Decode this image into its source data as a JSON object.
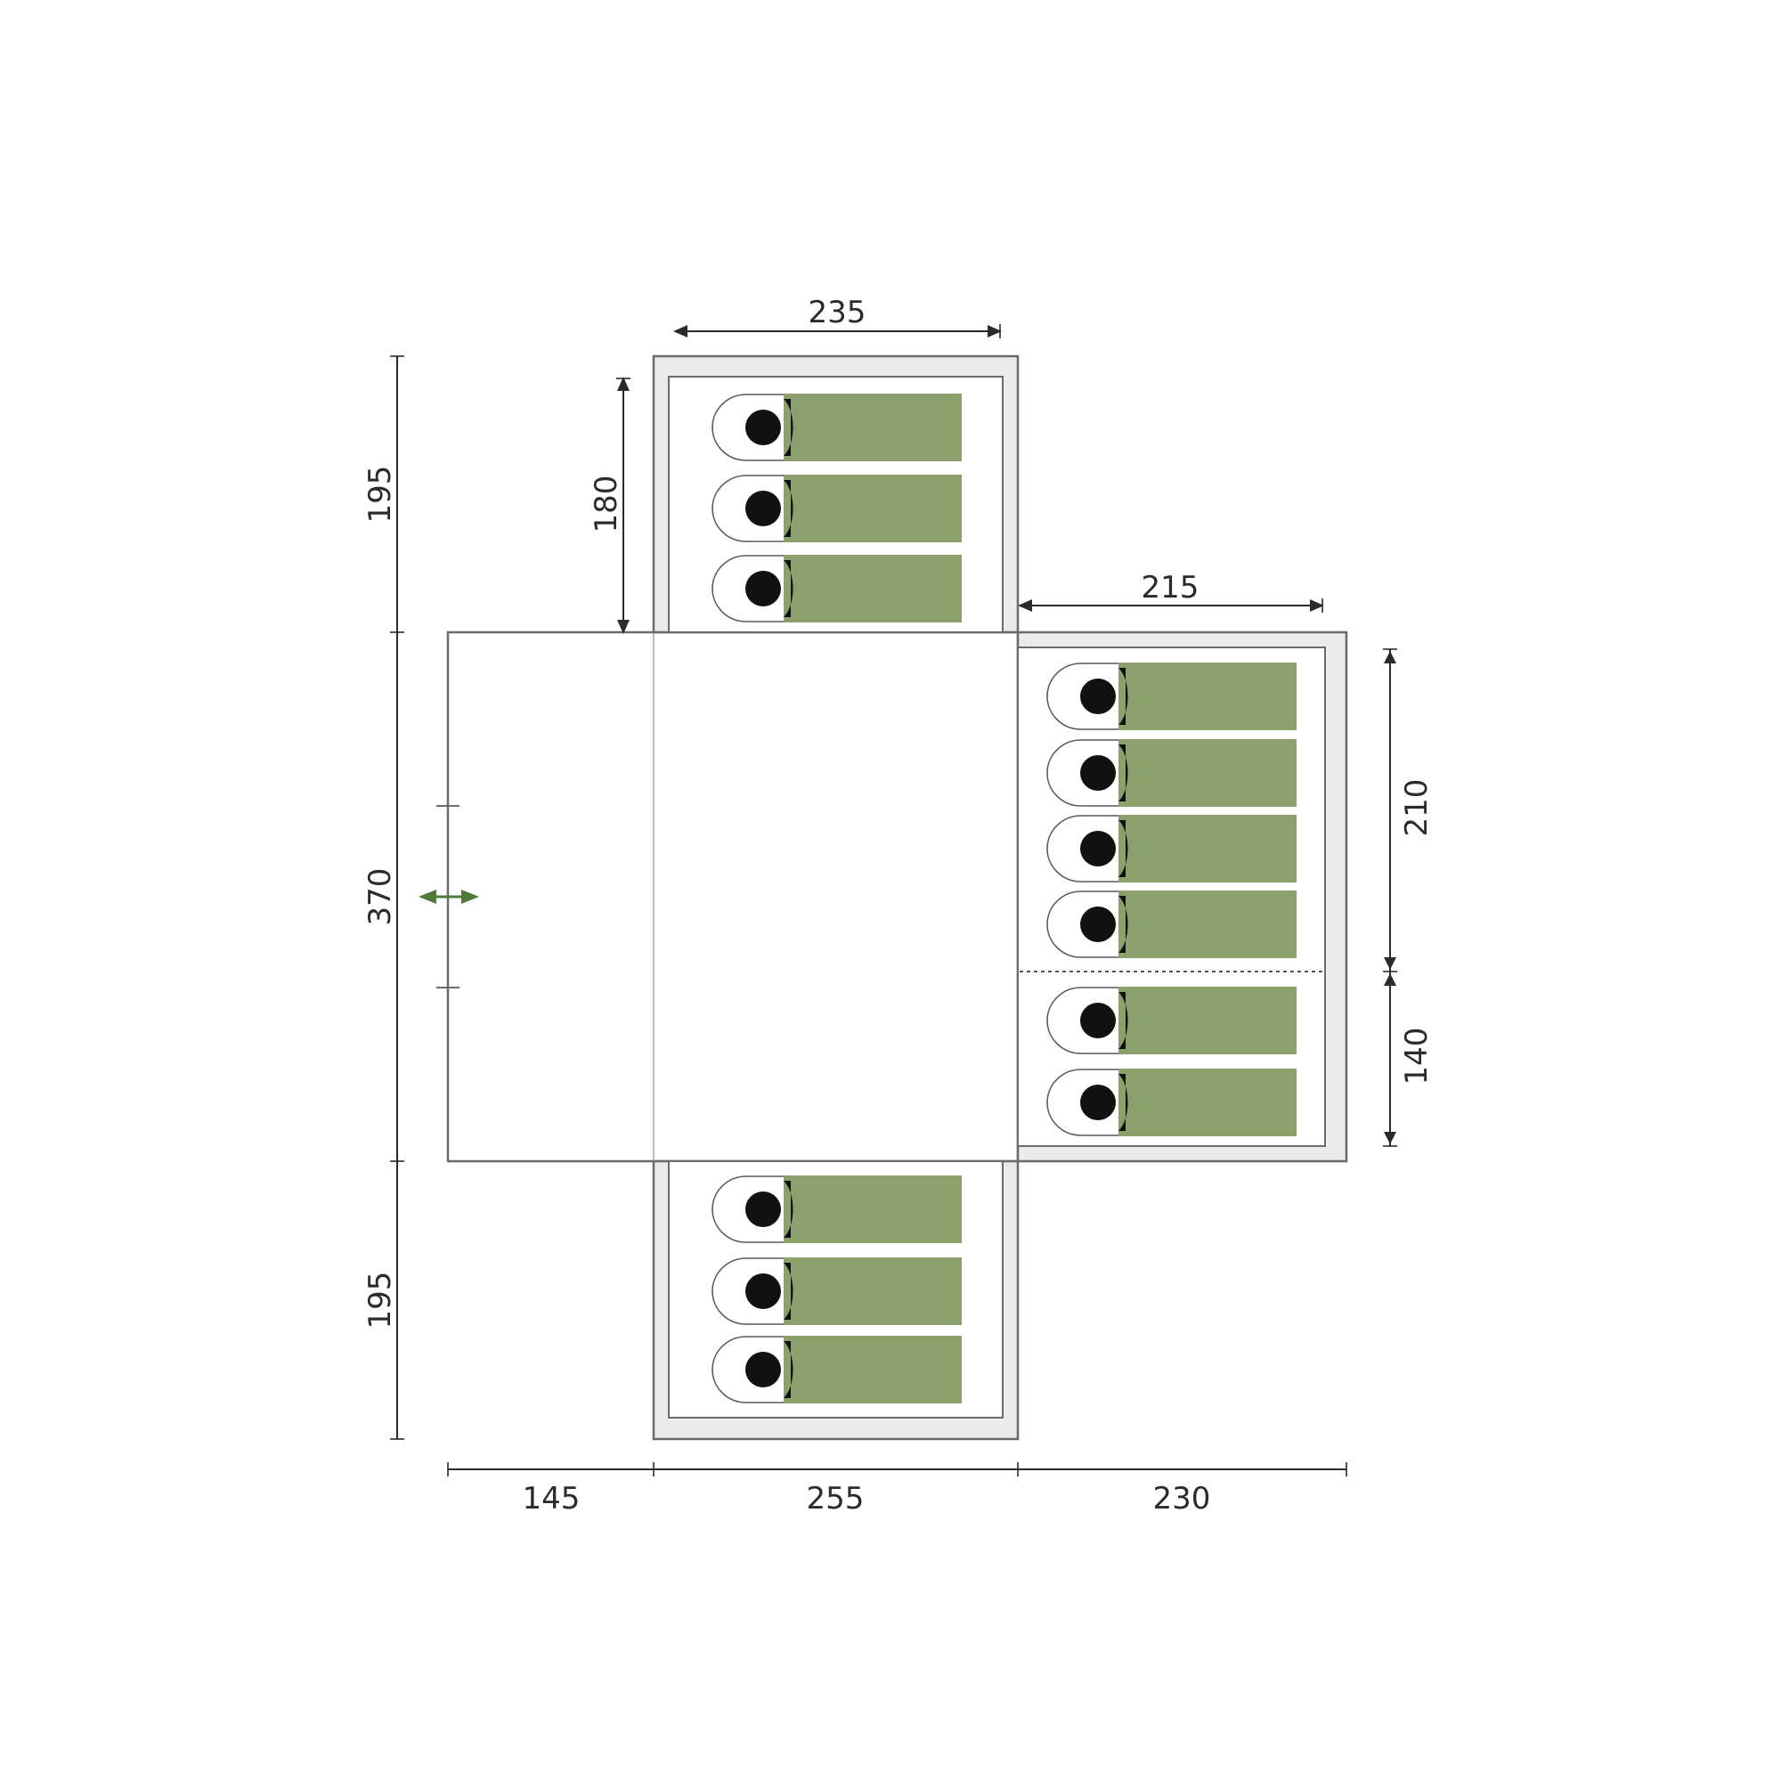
{
  "dimensions": {
    "top_left_height": "195",
    "center_height": "370",
    "bottom_left_height": "195",
    "top_bedroom_width": "235",
    "top_bedroom_depth": "180",
    "right_bedroom_width": "215",
    "right_section_upper": "210",
    "right_section_lower": "140",
    "bottom_width_left": "145",
    "bottom_width_center": "255",
    "bottom_width_right": "230"
  },
  "sleeping_places": {
    "top_bedroom": 3,
    "right_bedroom_upper": 4,
    "right_bedroom_lower": 2,
    "bottom_bedroom": 3
  },
  "colors": {
    "mat": "#8ba06c",
    "head": "#111111",
    "door_arrow": "#4f7a3a"
  }
}
